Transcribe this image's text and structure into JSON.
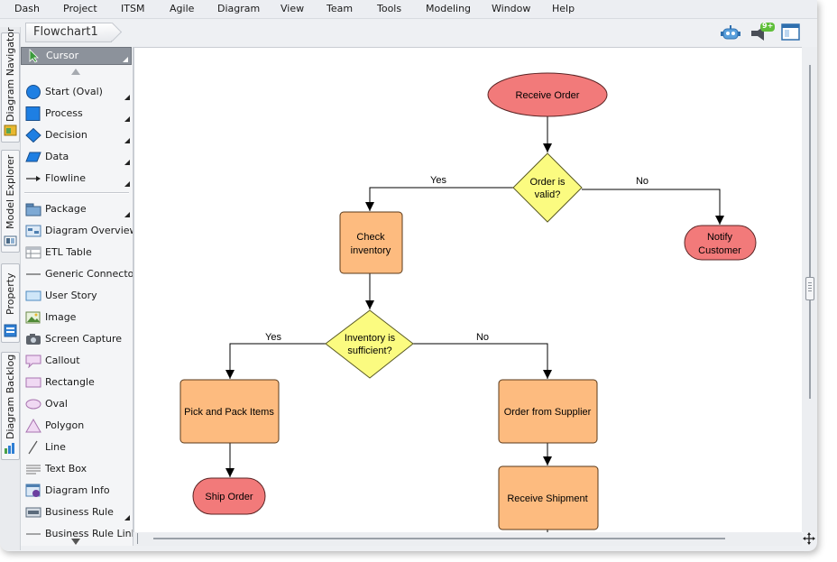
{
  "menu": [
    "Dash",
    "Project",
    "ITSM",
    "Agile",
    "Diagram",
    "View",
    "Team",
    "Tools",
    "Modeling",
    "Window",
    "Help"
  ],
  "breadcrumb": "Flowchart1",
  "toolbar": {
    "notification_badge": "9+"
  },
  "side_tabs": [
    "Diagram Navigator",
    "Model Explorer",
    "Property",
    "Diagram Backlog"
  ],
  "palette": {
    "cursor": "Cursor",
    "items": [
      {
        "label": "Start (Oval)",
        "icon": "oval-icon"
      },
      {
        "label": "Process",
        "icon": "process-icon"
      },
      {
        "label": "Decision",
        "icon": "decision-icon"
      },
      {
        "label": "Data",
        "icon": "data-icon"
      },
      {
        "label": "Flowline",
        "icon": "flowline-icon"
      },
      {
        "label": "Package",
        "icon": "package-icon"
      },
      {
        "label": "Diagram Overview",
        "icon": "diagram-overview-icon"
      },
      {
        "label": "ETL Table",
        "icon": "etl-table-icon"
      },
      {
        "label": "Generic Connector",
        "icon": "generic-connector-icon"
      },
      {
        "label": "User Story",
        "icon": "user-story-icon"
      },
      {
        "label": "Image",
        "icon": "image-icon"
      },
      {
        "label": "Screen Capture",
        "icon": "camera-icon"
      },
      {
        "label": "Callout",
        "icon": "callout-icon"
      },
      {
        "label": "Rectangle",
        "icon": "rectangle-icon"
      },
      {
        "label": "Oval",
        "icon": "oval-outline-icon"
      },
      {
        "label": "Polygon",
        "icon": "polygon-icon"
      },
      {
        "label": "Line",
        "icon": "line-icon"
      },
      {
        "label": "Text Box",
        "icon": "text-box-icon"
      },
      {
        "label": "Diagram Info",
        "icon": "diagram-info-icon"
      },
      {
        "label": "Business Rule",
        "icon": "business-rule-icon"
      },
      {
        "label": "Business Rule Link",
        "icon": "business-rule-link-icon"
      }
    ]
  },
  "flowchart": {
    "receive_order": "Receive Order",
    "order_valid": [
      "Order is",
      "valid?"
    ],
    "yes_1": "Yes",
    "no_1": "No",
    "check_inventory": [
      "Check",
      "inventory"
    ],
    "notify_customer": [
      "Notify",
      "Customer"
    ],
    "inventory_sufficient": [
      "Inventory is",
      "sufficient?"
    ],
    "yes_2": "Yes",
    "no_2": "No",
    "pick_pack": "Pick and Pack Items",
    "order_supplier": "Order from Supplier",
    "ship_order": "Ship Order",
    "receive_shipment": "Receive Shipment"
  },
  "colors": {
    "terminal_fill": "#f27a7a",
    "process_fill": "#fdbb7f",
    "decision_fill": "#fbfb80",
    "palette_blue": "#1e7fe3"
  }
}
